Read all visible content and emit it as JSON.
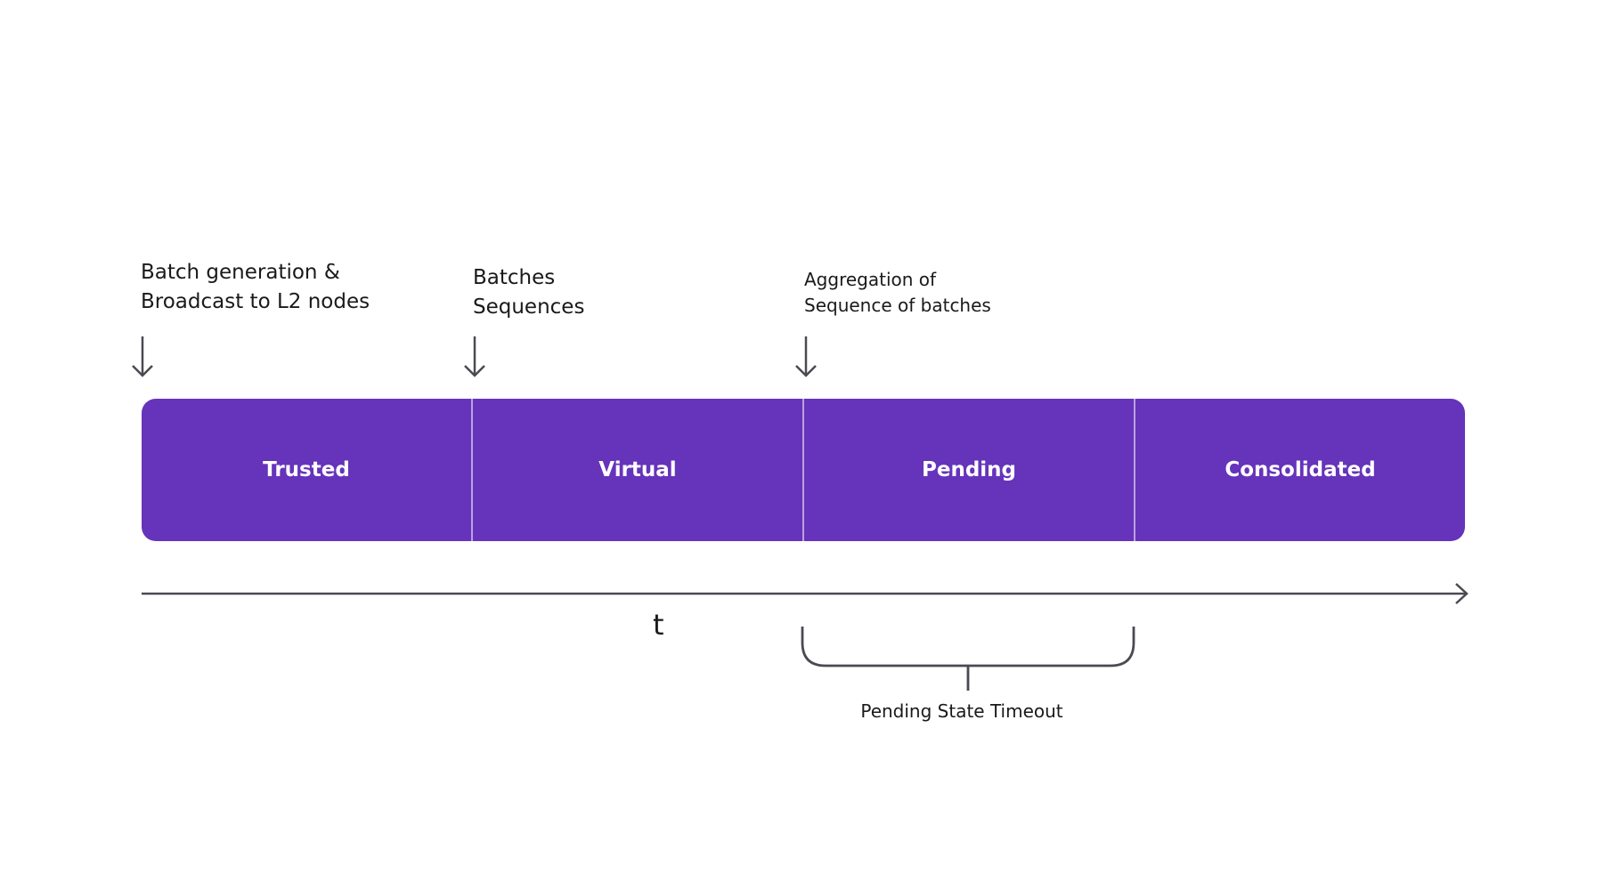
{
  "events": [
    {
      "label": "Batch generation &\nBroadcast to L2 nodes"
    },
    {
      "label": "Batches\nSequences"
    },
    {
      "label": "Aggregation of\nSequence of batches"
    }
  ],
  "states": [
    {
      "label": "Trusted"
    },
    {
      "label": "Virtual"
    },
    {
      "label": "Pending"
    },
    {
      "label": "Consolidated"
    }
  ],
  "axis": {
    "label": "t"
  },
  "timeout": {
    "label": "Pending State Timeout"
  },
  "colors": {
    "bar": "#6633bb",
    "text": "#1a1a1a",
    "line": "#4a4a52",
    "state_text": "#ffffff"
  }
}
